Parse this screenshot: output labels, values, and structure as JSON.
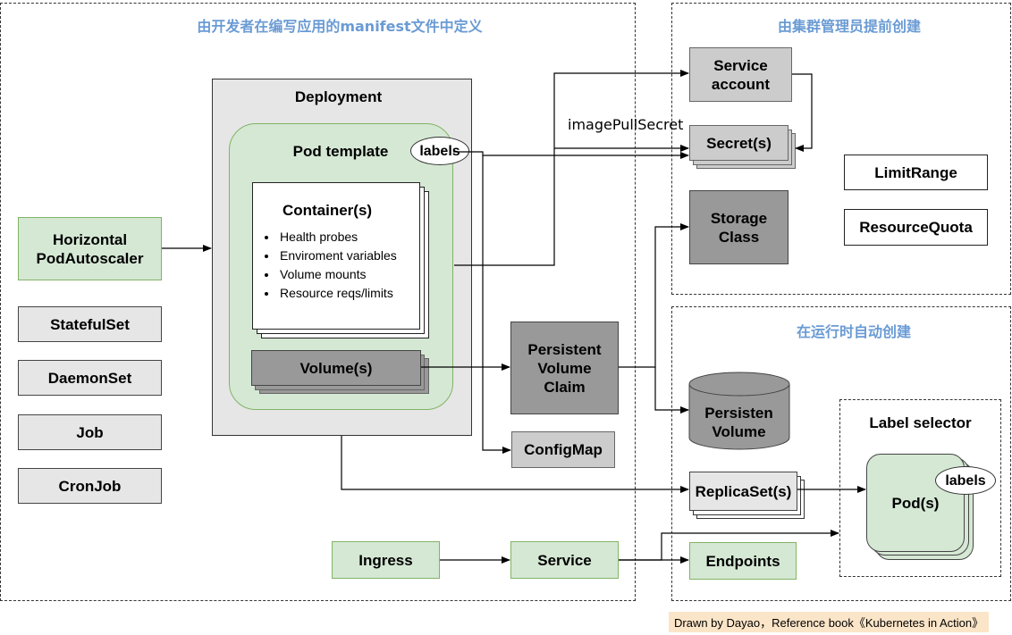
{
  "regions": {
    "developer": "由开发者在编写应用的manifest文件中定义",
    "admin": "由集群管理员提前创建",
    "runtime": "在运行时自动创建"
  },
  "nodes": {
    "deployment": "Deployment",
    "pod_template": "Pod template",
    "labels": "labels",
    "container": "Container(s)",
    "container_items": [
      "Health probes",
      "Enviroment variables",
      "Volume mounts",
      "Resource reqs/limits"
    ],
    "volumes": "Volume(s)",
    "hpa": "Horizontal PodAutoscaler",
    "statefulset": "StatefulSet",
    "daemonset": "DaemonSet",
    "job": "Job",
    "cronjob": "CronJob",
    "pvc": "Persistent Volume Claim",
    "configmap": "ConfigMap",
    "ingress": "Ingress",
    "service": "Service",
    "service_account": "Service account",
    "secret": "Secret(s)",
    "image_pull_secret": "imagePullSecret",
    "storage_class": "Storage Class",
    "limit_range": "LimitRange",
    "resource_quota": "ResourceQuota",
    "persistent_volume": "Persisten Volume",
    "replicaset": "ReplicaSet(s)",
    "endpoints": "Endpoints",
    "label_selector": "Label selector",
    "pods": "Pod(s)",
    "pod_labels": "labels"
  },
  "footer": "Drawn by Dayao，Reference book《Kubernetes in Action》",
  "colors": {
    "green_fill": "#d5e8d4",
    "green_border": "#82b366",
    "region_title": "#6a9bd4",
    "footer_bg": "#fbe5c8"
  }
}
